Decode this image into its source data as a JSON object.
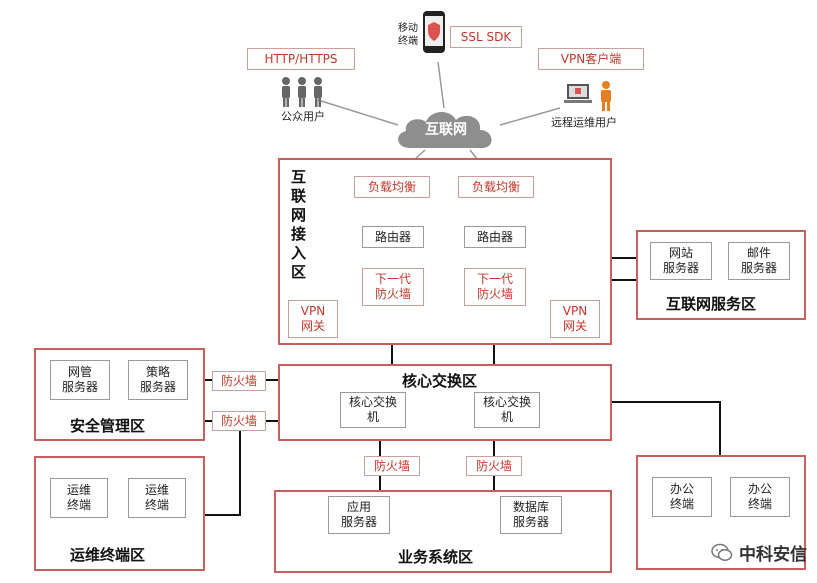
{
  "top": {
    "http_label": "HTTP/HTTPS",
    "public_user": "公众用户",
    "mobile_terminal": "移动\n终端",
    "ssl_sdk": "SSL SDK",
    "vpn_client": "VPN客户端",
    "remote_ops_user": "远程运维用户",
    "internet": "互联网"
  },
  "internet_access": {
    "title": "互\n联\n网\n接\n入\n区",
    "load_balancer_1": "负载均衡",
    "load_balancer_2": "负载均衡",
    "router_1": "路由器",
    "router_2": "路由器",
    "ngfw_1": "下一代\n防火墙",
    "ngfw_2": "下一代\n防火墙",
    "vpn_gw_left": "VPN\n网关",
    "vpn_gw_right": "VPN\n网关"
  },
  "internet_service": {
    "title": "互联网服务区",
    "web_server": "网站\n服务器",
    "mail_server": "邮件\n服务器"
  },
  "core": {
    "title": "核心交换区",
    "switch_1": "核心交换\n机",
    "switch_2": "核心交换\n机"
  },
  "security_mgmt": {
    "title": "安全管理区",
    "nms_server": "网管\n服务器",
    "policy_server": "策略\n服务器",
    "firewall_1": "防火墙",
    "firewall_2": "防火墙"
  },
  "ops_terminal": {
    "title": "运维终端区",
    "terminal_1": "运维\n终端",
    "terminal_2": "运维\n终端"
  },
  "business": {
    "title": "业务系统区",
    "firewall_1": "防火墙",
    "firewall_2": "防火墙",
    "app_server": "应用\n服务器",
    "db_server": "数据库\n服务器"
  },
  "office": {
    "office_terminal_1": "办公\n终端",
    "office_terminal_2": "办公\n终端"
  },
  "watermark": {
    "text": "中科安信"
  },
  "colors": {
    "zone_border": "#c9605f",
    "red_text": "#c0392b",
    "cloud": "#8e8e8e",
    "line": "#111111"
  }
}
